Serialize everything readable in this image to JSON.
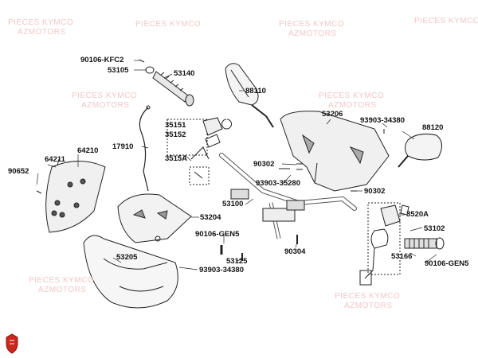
{
  "parts": {
    "p90106_kfc2": "90106-KFC2",
    "p53105": "53105",
    "p53140": "53140",
    "p88110": "88110",
    "p53206": "53206",
    "p93903_34380_top": "93903-34380",
    "p88120": "88120",
    "p35151": "35151",
    "p35152": "35152",
    "p17910": "17910",
    "p3515a": "3515A",
    "p64211": "64211",
    "p64210": "64210",
    "p90652": "90652",
    "p90302_a": "90302",
    "p93903_35280": "93903-35280",
    "p90302_b": "90302",
    "p53100": "53100",
    "p53204": "53204",
    "p3520a": "3520A",
    "p90106_gen5_a": "90106-GEN5",
    "p53102": "53102",
    "p53205": "53205",
    "p53125": "53125",
    "p90304": "90304",
    "p53166": "53166",
    "p90106_gen5_b": "90106-GEN5",
    "p93903_34380_bottom": "93903-34380"
  },
  "watermark": {
    "line1": "PIECES KYMCO",
    "line2": "AZMOTORS"
  },
  "colors": {
    "line": "#222222",
    "watermark": "#f2c7c7",
    "logo_red": "#c8281e"
  },
  "icons": {
    "brand_logo": "shield-logo-icon"
  }
}
